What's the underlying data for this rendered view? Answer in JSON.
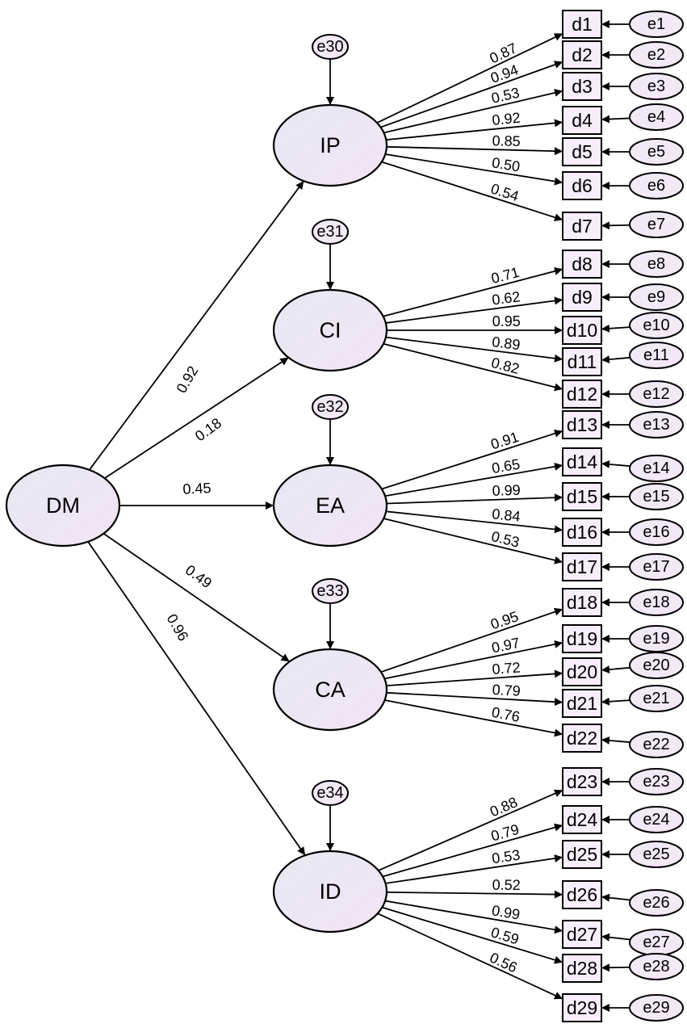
{
  "root": {
    "label": "DM"
  },
  "factors": [
    {
      "label": "IP",
      "error": "e30",
      "path": "0.92",
      "indicators": [
        {
          "label": "d1",
          "error": "e1",
          "w": "0.87"
        },
        {
          "label": "d2",
          "error": "e2",
          "w": "0.94"
        },
        {
          "label": "d3",
          "error": "e3",
          "w": "0.53"
        },
        {
          "label": "d4",
          "error": "e4",
          "w": "0.92"
        },
        {
          "label": "d5",
          "error": "e5",
          "w": "0.85"
        },
        {
          "label": "d6",
          "error": "e6",
          "w": "0.50"
        },
        {
          "label": "d7",
          "error": "e7",
          "w": "0.54"
        }
      ]
    },
    {
      "label": "CI",
      "error": "e31",
      "path": "0.18",
      "indicators": [
        {
          "label": "d8",
          "error": "e8",
          "w": "0.71"
        },
        {
          "label": "d9",
          "error": "e9",
          "w": "0.62"
        },
        {
          "label": "d10",
          "error": "e10",
          "w": "0.95"
        },
        {
          "label": "d11",
          "error": "e11",
          "w": "0.89"
        },
        {
          "label": "d12",
          "error": "e12",
          "w": "0.82"
        }
      ]
    },
    {
      "label": "EA",
      "error": "e32",
      "path": "0.45",
      "indicators": [
        {
          "label": "d13",
          "error": "e13",
          "w": "0.91"
        },
        {
          "label": "d14",
          "error": "e14",
          "w": "0.65"
        },
        {
          "label": "d15",
          "error": "e15",
          "w": "0.99"
        },
        {
          "label": "d16",
          "error": "e16",
          "w": "0.84"
        },
        {
          "label": "d17",
          "error": "e17",
          "w": "0.53"
        }
      ]
    },
    {
      "label": "CA",
      "error": "e33",
      "path": "0.49",
      "indicators": [
        {
          "label": "d18",
          "error": "e18",
          "w": "0.95"
        },
        {
          "label": "d19",
          "error": "e19",
          "w": "0.97"
        },
        {
          "label": "d20",
          "error": "e20",
          "w": "0.72"
        },
        {
          "label": "d21",
          "error": "e21",
          "w": "0.79"
        },
        {
          "label": "d22",
          "error": "e22",
          "w": "0.76"
        }
      ]
    },
    {
      "label": "ID",
      "error": "e34",
      "path": "0.96",
      "indicators": [
        {
          "label": "d23",
          "error": "e23",
          "w": "0.88"
        },
        {
          "label": "d24",
          "error": "e24",
          "w": "0.79"
        },
        {
          "label": "d25",
          "error": "e25",
          "w": "0.53"
        },
        {
          "label": "d26",
          "error": "e26",
          "w": "0.52"
        },
        {
          "label": "d27",
          "error": "e27",
          "w": "0.99"
        },
        {
          "label": "d28",
          "error": "e28",
          "w": "0.59"
        },
        {
          "label": "d29",
          "error": "e29",
          "w": "0.56"
        }
      ]
    }
  ],
  "colors": {
    "ellipse_fill": "#e9e6f3",
    "ellipse_fill_alt": "#f1e6f5",
    "line": "#000000"
  }
}
